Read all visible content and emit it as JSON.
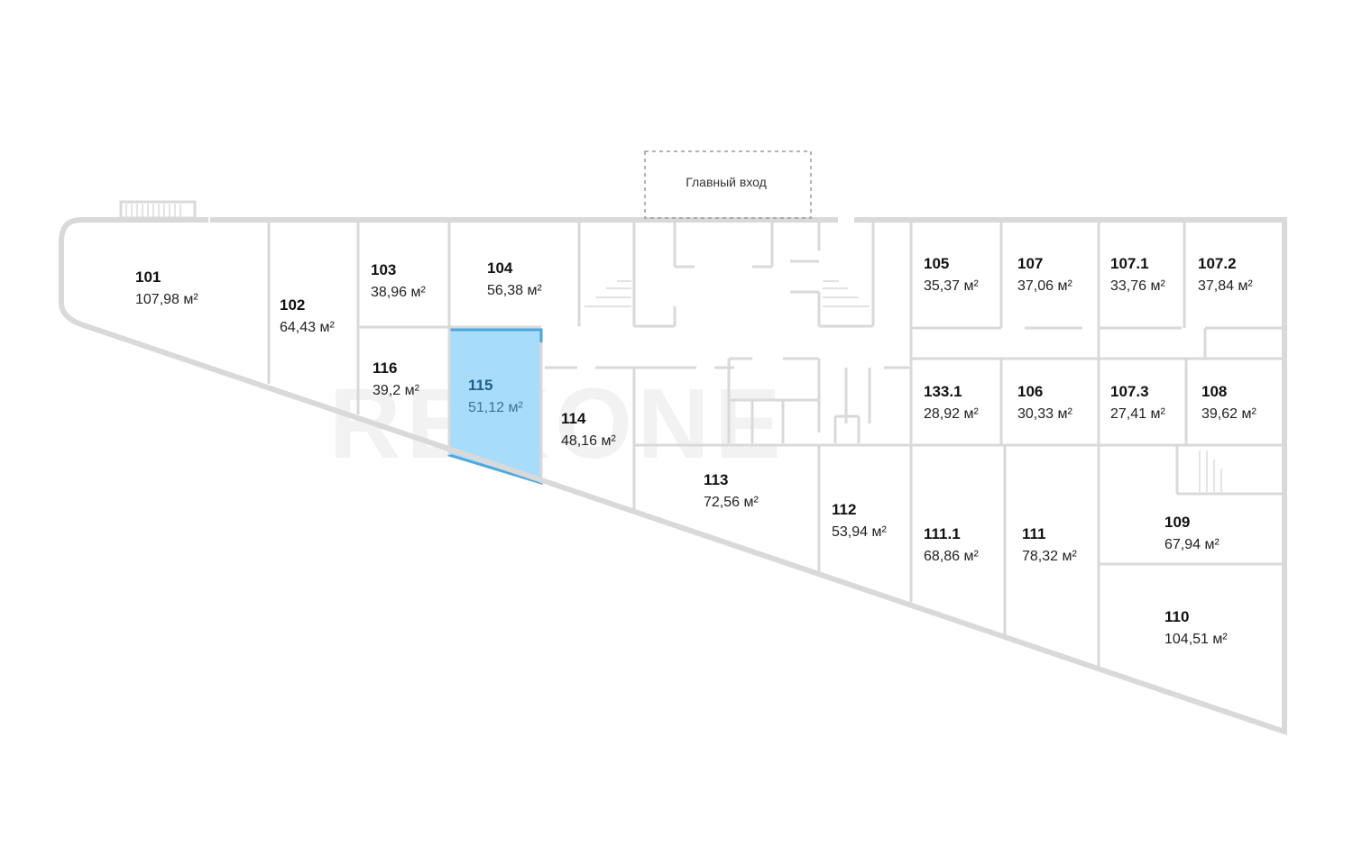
{
  "entrance": {
    "label": "Главный вход"
  },
  "watermark": "REKONE",
  "selected_color": "#a8dcfb",
  "selected_stroke": "#4aa8e0",
  "rooms": [
    {
      "id": "101",
      "num": "101",
      "area": "107,98 м²"
    },
    {
      "id": "102",
      "num": "102",
      "area": "64,43 м²"
    },
    {
      "id": "103",
      "num": "103",
      "area": "38,96 м²"
    },
    {
      "id": "104",
      "num": "104",
      "area": "56,38 м²"
    },
    {
      "id": "105",
      "num": "105",
      "area": "35,37 м²"
    },
    {
      "id": "107",
      "num": "107",
      "area": "37,06 м²"
    },
    {
      "id": "107-1",
      "num": "107.1",
      "area": "33,76 м²"
    },
    {
      "id": "107-2",
      "num": "107.2",
      "area": "37,84 м²"
    },
    {
      "id": "116",
      "num": "116",
      "area": "39,2 м²"
    },
    {
      "id": "115",
      "num": "115",
      "area": "51,12 м²",
      "selected": true
    },
    {
      "id": "114",
      "num": "114",
      "area": "48,16 м²"
    },
    {
      "id": "133-1",
      "num": "133.1",
      "area": "28,92 м²"
    },
    {
      "id": "106",
      "num": "106",
      "area": "30,33 м²"
    },
    {
      "id": "107-3",
      "num": "107.3",
      "area": "27,41 м²"
    },
    {
      "id": "108",
      "num": "108",
      "area": "39,62 м²"
    },
    {
      "id": "113",
      "num": "113",
      "area": "72,56 м²"
    },
    {
      "id": "112",
      "num": "112",
      "area": "53,94 м²"
    },
    {
      "id": "111-1",
      "num": "111.1",
      "area": "68,86 м²"
    },
    {
      "id": "111",
      "num": "111",
      "area": "78,32 м²"
    },
    {
      "id": "109",
      "num": "109",
      "area": "67,94 м²"
    },
    {
      "id": "110",
      "num": "110",
      "area": "104,51 м²"
    }
  ]
}
